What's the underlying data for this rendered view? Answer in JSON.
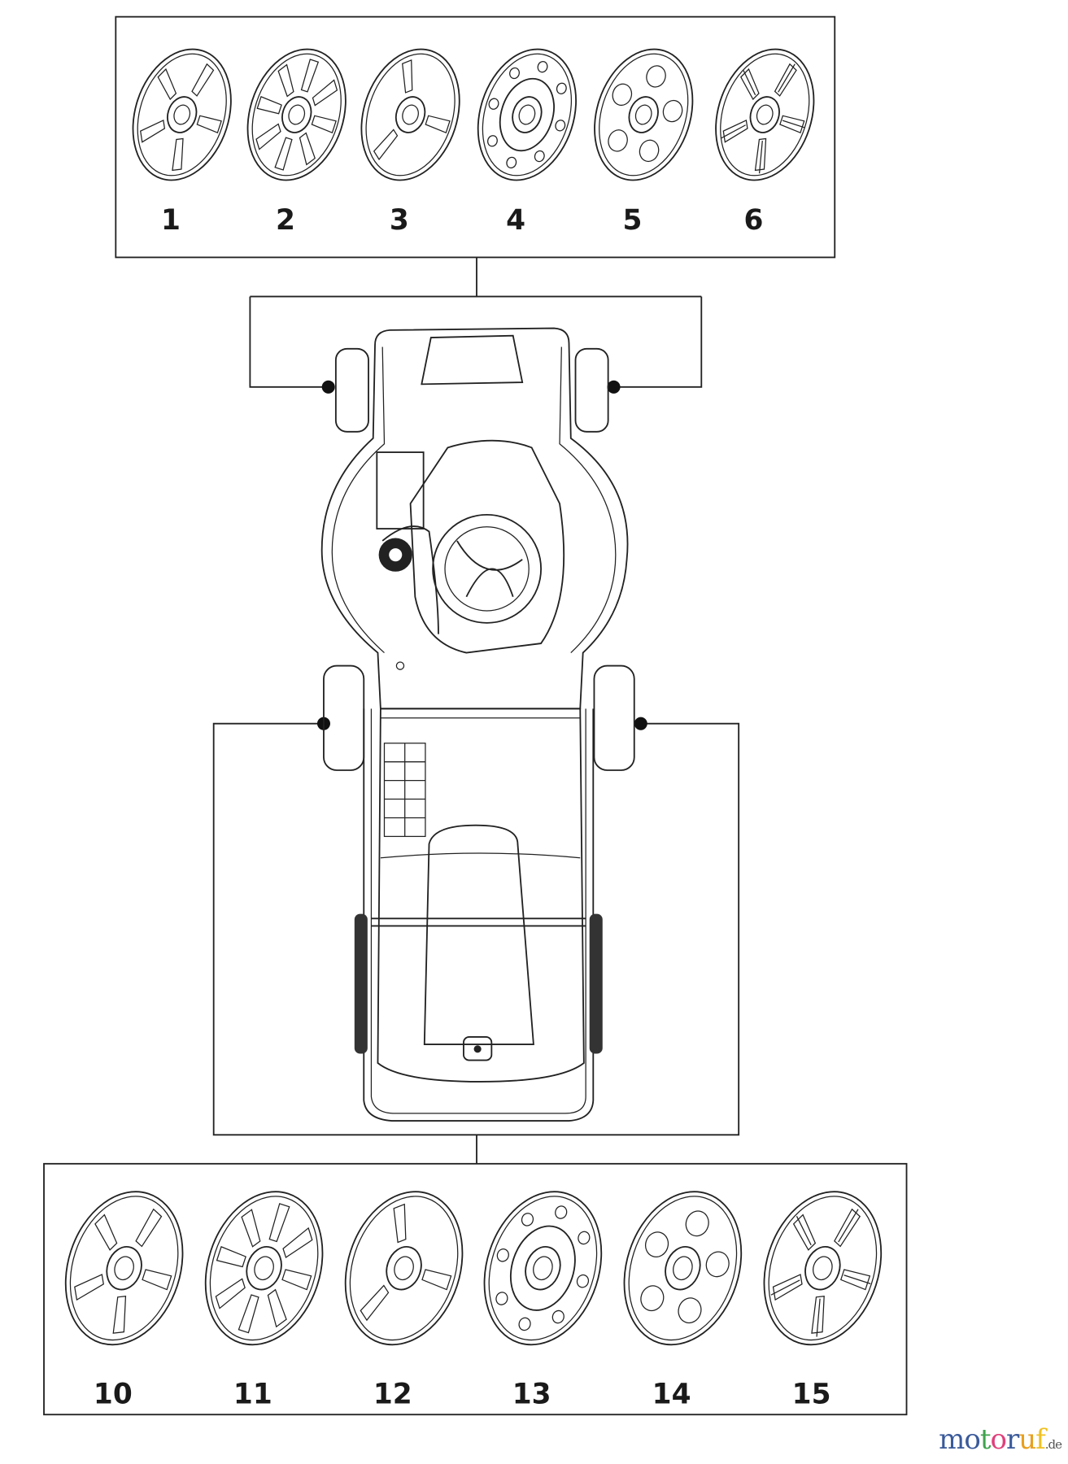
{
  "top_group": {
    "parts": [
      {
        "label": "1",
        "style": "spoke5"
      },
      {
        "label": "2",
        "style": "spoke8"
      },
      {
        "label": "3",
        "style": "tri"
      },
      {
        "label": "4",
        "style": "ring"
      },
      {
        "label": "5",
        "style": "dots"
      },
      {
        "label": "6",
        "style": "star"
      }
    ]
  },
  "bottom_group": {
    "parts": [
      {
        "label": "10",
        "style": "spoke5"
      },
      {
        "label": "11",
        "style": "spoke8"
      },
      {
        "label": "12",
        "style": "tri"
      },
      {
        "label": "13",
        "style": "ring"
      },
      {
        "label": "14",
        "style": "dots"
      },
      {
        "label": "15",
        "style": "star"
      }
    ]
  },
  "colors": {
    "line": "#222222",
    "wheel_fill": "#e4e4e4",
    "background": "#ffffff"
  },
  "logo": {
    "text": "motoruf",
    "tld": ".de",
    "letter_colors": [
      "#3a5a9a",
      "#3a5a9a",
      "#3fa34d",
      "#e0407a",
      "#3a5a9a",
      "#e8a020",
      "#f0c020"
    ]
  }
}
